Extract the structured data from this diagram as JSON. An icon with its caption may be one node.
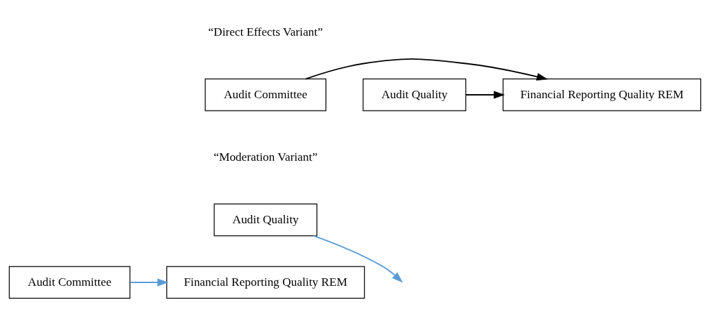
{
  "diagram": {
    "nodes": [
      {
        "text": [
          "Audit Committee"
        ]
      },
      {
        "text": [
          "Audit Quality"
        ]
      },
      {
        "text": [
          "Financial Reporting Quality REM"
        ]
      },
      {
        "text": [
          "Audit Quality"
        ]
      },
      {
        "text": [
          "Audit Committee"
        ]
      },
      {
        "text": [
          "Financial Reporting Quality REM"
        ]
      }
    ],
    "edges": [
      {
        "from": 0,
        "to": 2,
        "arrow": "to"
      },
      {
        "from": 1,
        "to": 2,
        "arrow": "to"
      },
      {
        "from": 4,
        "to": 5,
        "arrow": "to",
        "color": "#5b9bd5"
      },
      {
        "from": 3,
        "to": null,
        "arrow": "to",
        "color": "#5b9bd5"
      }
    ],
    "labels": [
      "“Direct Effects Variant”",
      "“Moderation Variant”"
    ]
  }
}
